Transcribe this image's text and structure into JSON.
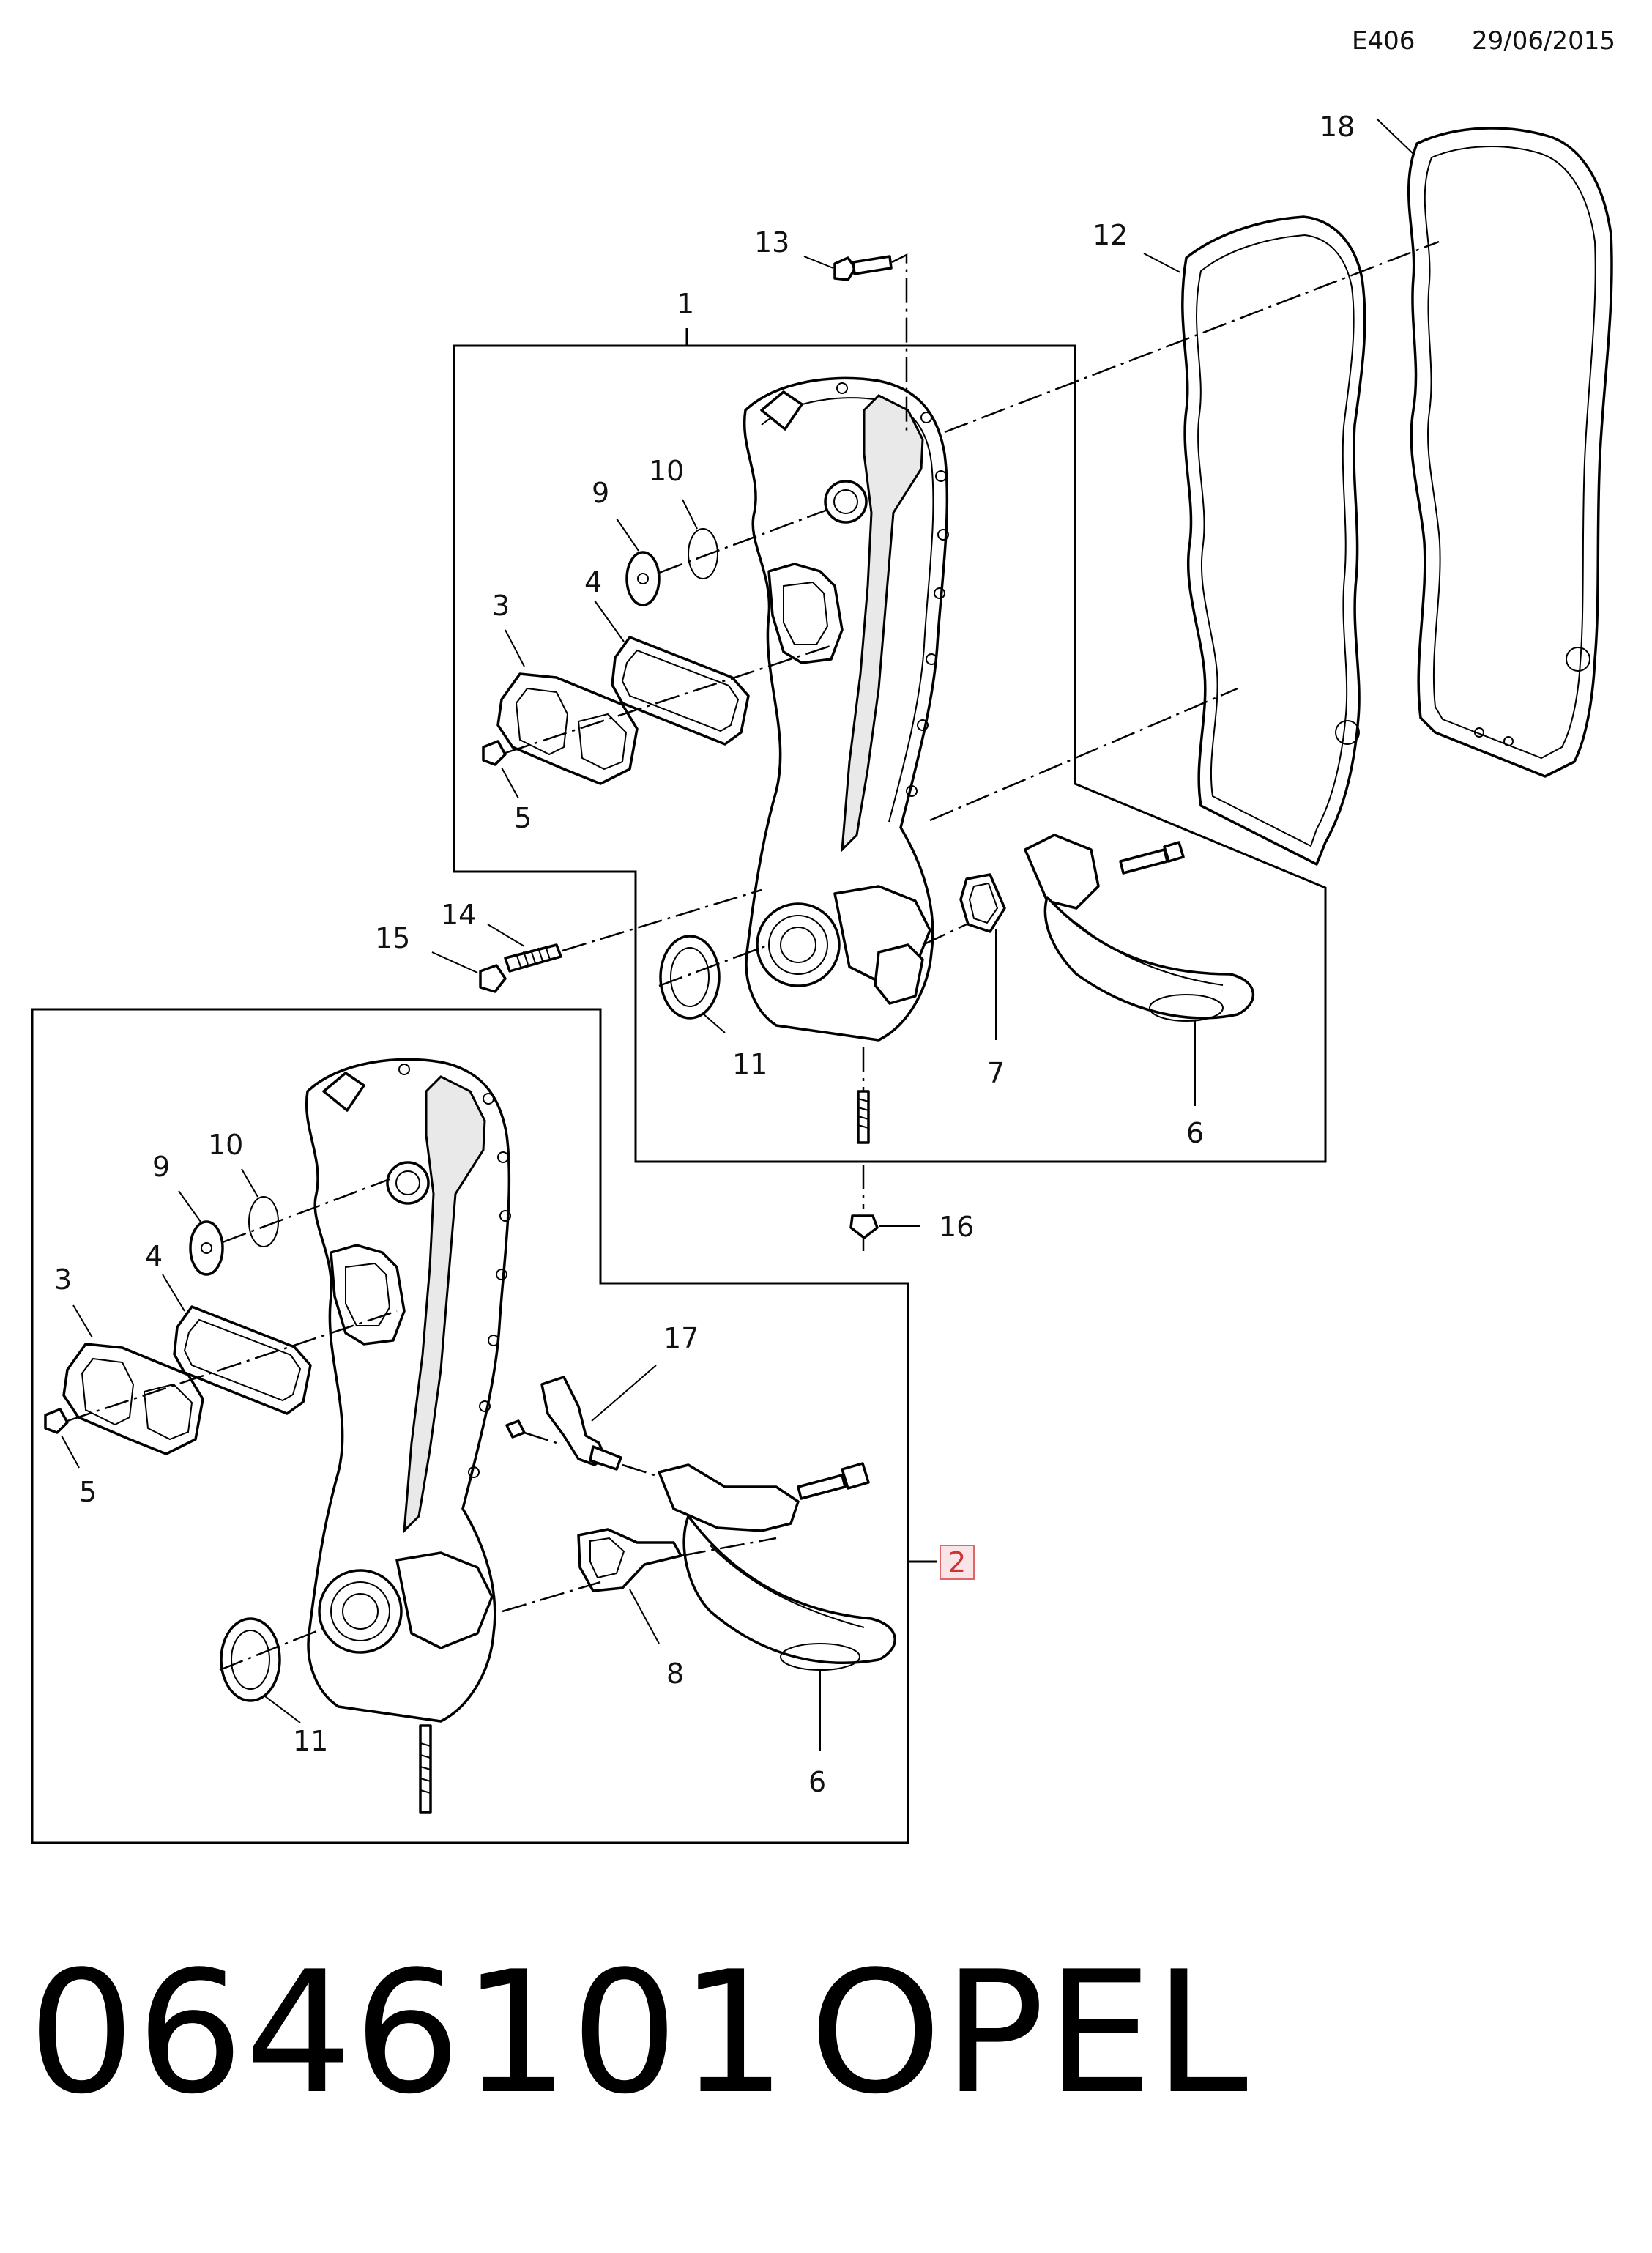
{
  "header": {
    "code": "E406",
    "date": "29/06/2015"
  },
  "footer": {
    "part_number": "0646101",
    "brand": "OPEL"
  },
  "groups": [
    {
      "id": "1",
      "label": "1"
    },
    {
      "id": "2",
      "label": "2"
    }
  ],
  "callouts_top": {
    "c13": "13",
    "c12": "12",
    "c18": "18",
    "c9": "9",
    "c10": "10",
    "c3": "3",
    "c4": "4",
    "c5": "5",
    "c14": "14",
    "c15": "15",
    "c11": "11",
    "c7": "7",
    "c6": "6",
    "c16": "16"
  },
  "callouts_bottom": {
    "c9": "9",
    "c10": "10",
    "c3": "3",
    "c4": "4",
    "c5": "5",
    "c17": "17",
    "c11": "11",
    "c8": "8",
    "c6": "6"
  }
}
